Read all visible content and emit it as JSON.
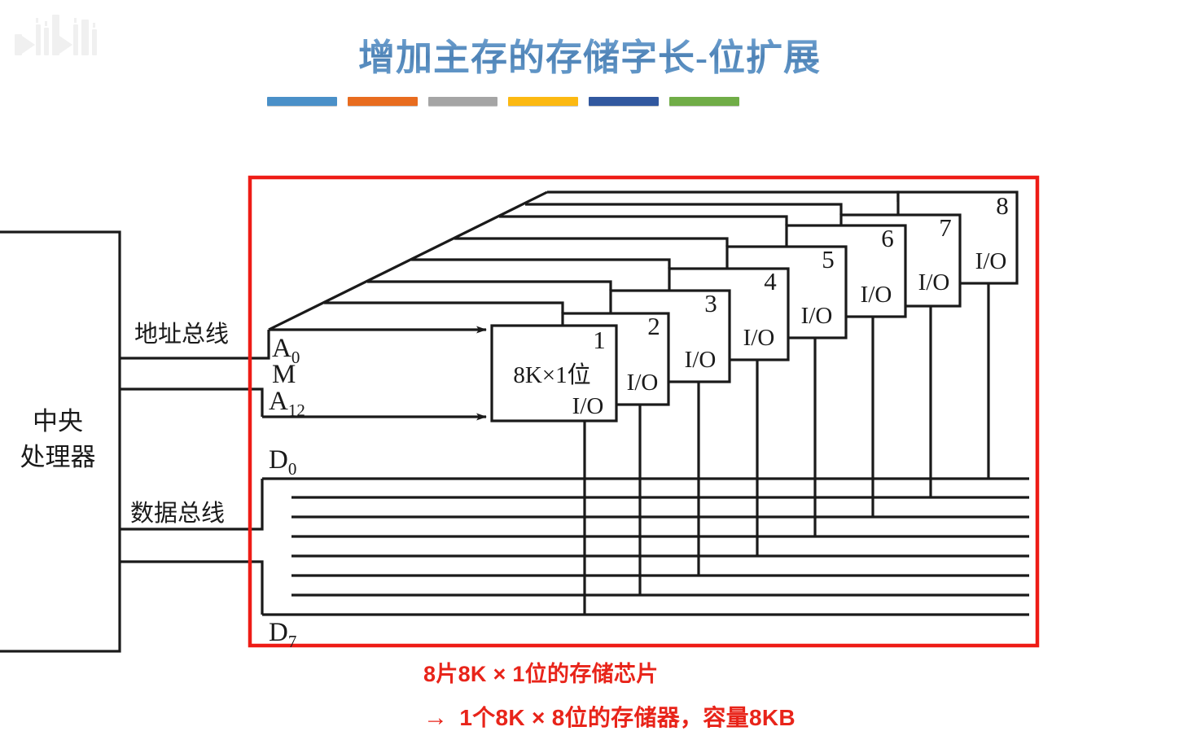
{
  "title": "增加主存的存储字长-位扩展",
  "watermark": {
    "name": "bilibili-logo",
    "color": "#f0f0f0"
  },
  "accent_bars": [
    {
      "name": "accent-bar-blue",
      "color": "#4a90c8"
    },
    {
      "name": "accent-bar-orange",
      "color": "#e86c1f"
    },
    {
      "name": "accent-bar-gray",
      "color": "#a5a5a5"
    },
    {
      "name": "accent-bar-yellow",
      "color": "#fcb912"
    },
    {
      "name": "accent-bar-navy",
      "color": "#31589f"
    },
    {
      "name": "accent-bar-green",
      "color": "#70ad47"
    }
  ],
  "cpu": {
    "label_line1": "中央",
    "label_line2": "处理器"
  },
  "buses": {
    "address_bus_label": "地址总线",
    "data_bus_label": "数据总线",
    "addr_top_label": "A",
    "addr_top_sub": "0",
    "addr_mid_label": "M",
    "addr_bottom_label": "A",
    "addr_bottom_sub": "12",
    "data_top_label": "D",
    "data_top_sub": "0",
    "data_bottom_label": "D",
    "data_bottom_sub": "7",
    "data_line_count": 8
  },
  "chips": [
    {
      "number": "1",
      "spec": "8K×1位",
      "io": "I/O"
    },
    {
      "number": "2",
      "spec": "",
      "io": "I/O"
    },
    {
      "number": "3",
      "spec": "",
      "io": "I/O"
    },
    {
      "number": "4",
      "spec": "",
      "io": "I/O"
    },
    {
      "number": "5",
      "spec": "",
      "io": "I/O"
    },
    {
      "number": "6",
      "spec": "",
      "io": "I/O"
    },
    {
      "number": "7",
      "spec": "",
      "io": "I/O"
    },
    {
      "number": "8",
      "spec": "",
      "io": "I/O"
    }
  ],
  "caption": {
    "line1": "8片8K × 1位的存储芯片",
    "arrow": "→",
    "line2": "1个8K × 8位的存储器，容量8KB"
  },
  "colors": {
    "title_blue": "#4f86c0",
    "red_border": "#ee1c16",
    "caption_red": "#e8241a",
    "line_black": "#1a1a1a",
    "background": "#ffffff"
  }
}
